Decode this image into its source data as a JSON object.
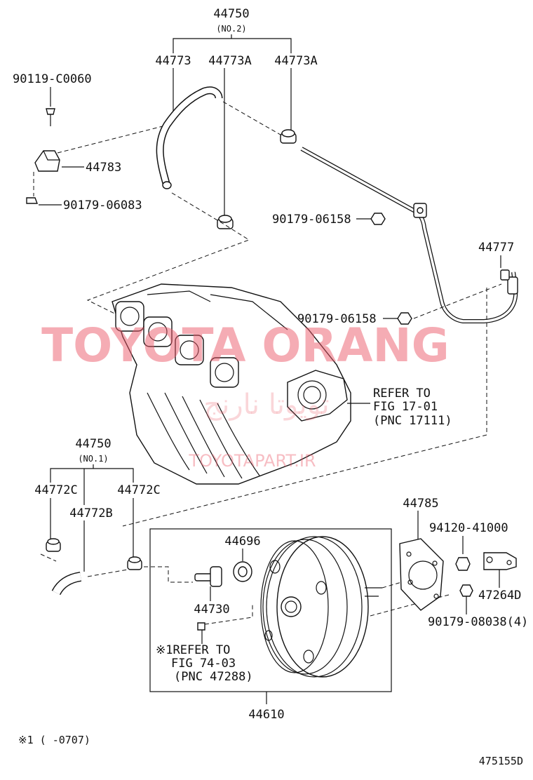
{
  "labels": {
    "l44750_no2": "44750",
    "l44750_no2_sub": "(NO.2)",
    "l44773": "44773",
    "l44773a_1": "44773A",
    "l44773a_2": "44773A",
    "l90119": "90119-C0060",
    "l44783": "44783",
    "l90179_06083": "90179-06083",
    "l90179_06158_a": "90179-06158",
    "l44777": "44777",
    "l90179_06158_b": "90179-06158",
    "refer_fig17_1": "REFER TO",
    "refer_fig17_2": "FIG 17-01",
    "refer_fig17_3": "(PNC 17111)",
    "l44750_no1": "44750",
    "l44750_no1_sub": "(NO.1)",
    "l44772c_1": "44772C",
    "l44772c_2": "44772C",
    "l44772b": "44772B",
    "l44785": "44785",
    "l44696": "44696",
    "l94120": "94120-41000",
    "l47264d": "47264D",
    "l44730": "44730",
    "l90179_08038": "90179-08038(4)",
    "refer_fig74_1": "※1REFER TO",
    "refer_fig74_2": "FIG 74-03",
    "refer_fig74_3": "(PNC 47288)",
    "l44610": "44610",
    "footnote": "※1 (      -0707)",
    "diagram_id": "475155D"
  },
  "watermark": {
    "main": "TOYOTA ORANG",
    "farsi": "تویوتا نارنج",
    "url": "TOYOTAPART.IR"
  }
}
